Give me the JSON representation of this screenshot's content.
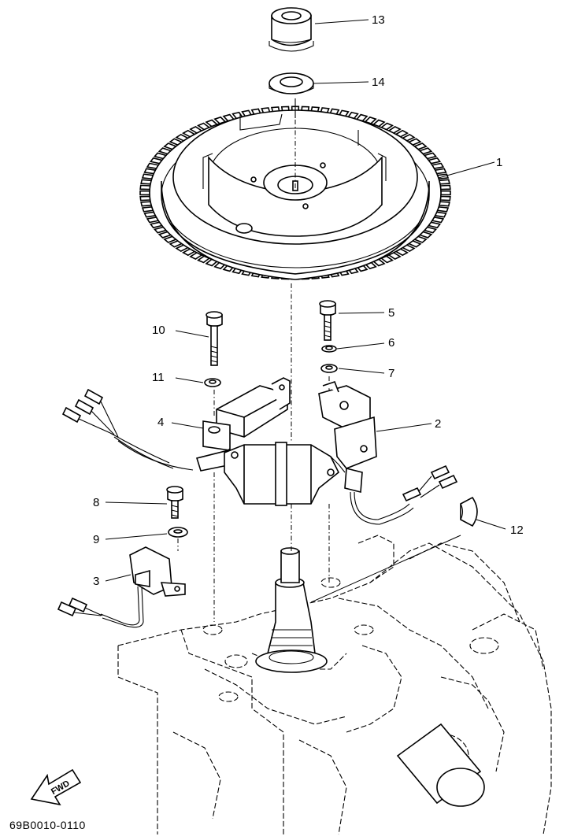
{
  "figure_code": "69B0010-0110",
  "fwd_label": "FWD",
  "callouts": [
    {
      "id": "13",
      "label": "13"
    },
    {
      "id": "14",
      "label": "14"
    },
    {
      "id": "1",
      "label": "1"
    },
    {
      "id": "5",
      "label": "5"
    },
    {
      "id": "6",
      "label": "6"
    },
    {
      "id": "7",
      "label": "7"
    },
    {
      "id": "10",
      "label": "10"
    },
    {
      "id": "11",
      "label": "11"
    },
    {
      "id": "4",
      "label": "4"
    },
    {
      "id": "2",
      "label": "2"
    },
    {
      "id": "8",
      "label": "8"
    },
    {
      "id": "9",
      "label": "9"
    },
    {
      "id": "3",
      "label": "3"
    },
    {
      "id": "12",
      "label": "12"
    }
  ]
}
